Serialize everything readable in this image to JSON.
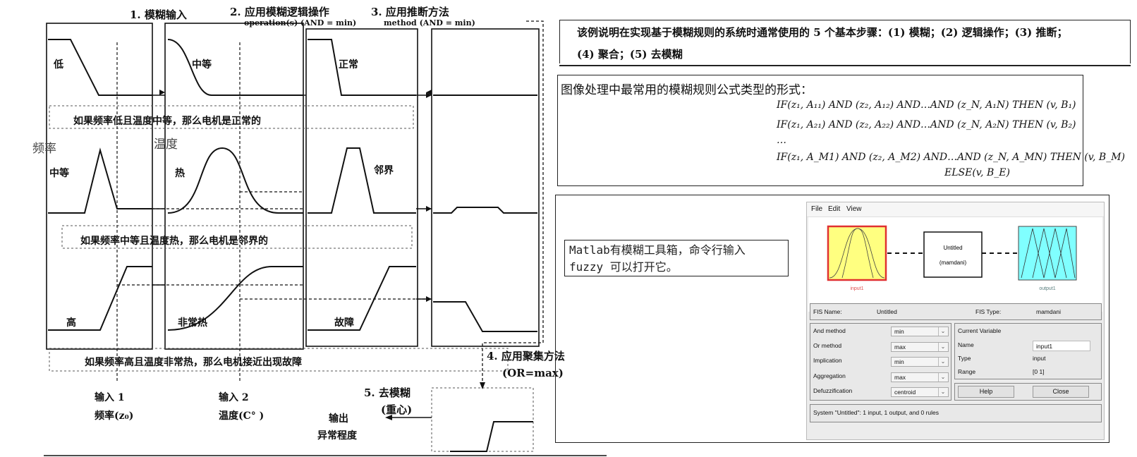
{
  "diagram": {
    "steps": {
      "s1": "1. 模糊输入",
      "s2": "2. 应用模糊逻辑操作",
      "s2sub": "operation(s) (AND = min)",
      "s3": "3. 应用推断方法",
      "s3sub": "method (AND = min)",
      "s4": "4. 应用聚集方法",
      "s4sub": "(OR=max)",
      "s5": "5. 去模糊",
      "s5sub": "(重心)"
    },
    "side_labels": {
      "freq": "频率",
      "temp": "温度"
    },
    "sets": {
      "low": "低",
      "medium": "中等",
      "normal": "正常",
      "medium2": "中等",
      "hot": "热",
      "critical": "邻界",
      "high": "高",
      "veryhot": "非常热",
      "fault": "故障"
    },
    "rules": {
      "r1": "如果频率低且温度中等，那么电机是正常的",
      "r2": "如果频率中等且温度热，那么电机是邻界的",
      "r3": "如果频率高且温度非常热，那么电机接近出现故障"
    },
    "inputs": {
      "in1": "输入 1",
      "in1sub": "频率(z₀)",
      "in2": "输入 2",
      "in2sub": "温度(C° )",
      "out": "输出",
      "outsub": "异常程度"
    }
  },
  "box1": {
    "line1": "该例说明在实现基于模糊规则的系统时通常使用的 5 个基本步骤：(1) 模糊；(2) 逻辑操作；(3) 推断；",
    "line2": "(4) 聚合；(5) 去模糊"
  },
  "box2": {
    "heading": "图像处理中最常用的模糊规则公式类型的形式：",
    "rule1": "IF(z₁, A₁₁)  AND (z₂, A₁₂)   AND…AND (z_N, A₁N)   THEN  (v, B₁)",
    "rule2": "IF(z₁, A₂₁)  AND (z₂, A₂₂)   AND…AND (z_N, A₂N)  THEN  (v, B₂)",
    "dots": "…",
    "rule3": "IF(z₁, A_M1)  AND (z₂, A_M2)   AND…AND (z_N, A_MN)  THEN  (v, B_M)",
    "else": "ELSE(v, B_E)"
  },
  "note": "Matlab有模糊工具箱，命令行输入 fuzzy 可以打开它。",
  "fis": {
    "menu": [
      "File",
      "Edit",
      "View"
    ],
    "input_label": "input1",
    "output_label": "output1",
    "center_title": "Untitled",
    "center_sub": "(mamdani)",
    "fis_name_label": "FIS Name:",
    "fis_name": "Untitled",
    "fis_type_label": "FIS Type:",
    "fis_type": "mamdani",
    "methods": [
      {
        "label": "And method",
        "value": "min"
      },
      {
        "label": "Or method",
        "value": "max"
      },
      {
        "label": "Implication",
        "value": "min"
      },
      {
        "label": "Aggregation",
        "value": "max"
      },
      {
        "label": "Defuzzification",
        "value": "centroid"
      }
    ],
    "current_variable": "Current Variable",
    "name_label": "Name",
    "name_value": "input1",
    "type_label": "Type",
    "type_value": "input",
    "range_label": "Range",
    "range_value": "[0 1]",
    "help": "Help",
    "close": "Close",
    "status": "System \"Untitled\": 1 input, 1 output, and 0 rules",
    "colors": {
      "input_fill": "#ffff80",
      "input_border": "#e03030",
      "output_fill": "#80ffff"
    }
  }
}
